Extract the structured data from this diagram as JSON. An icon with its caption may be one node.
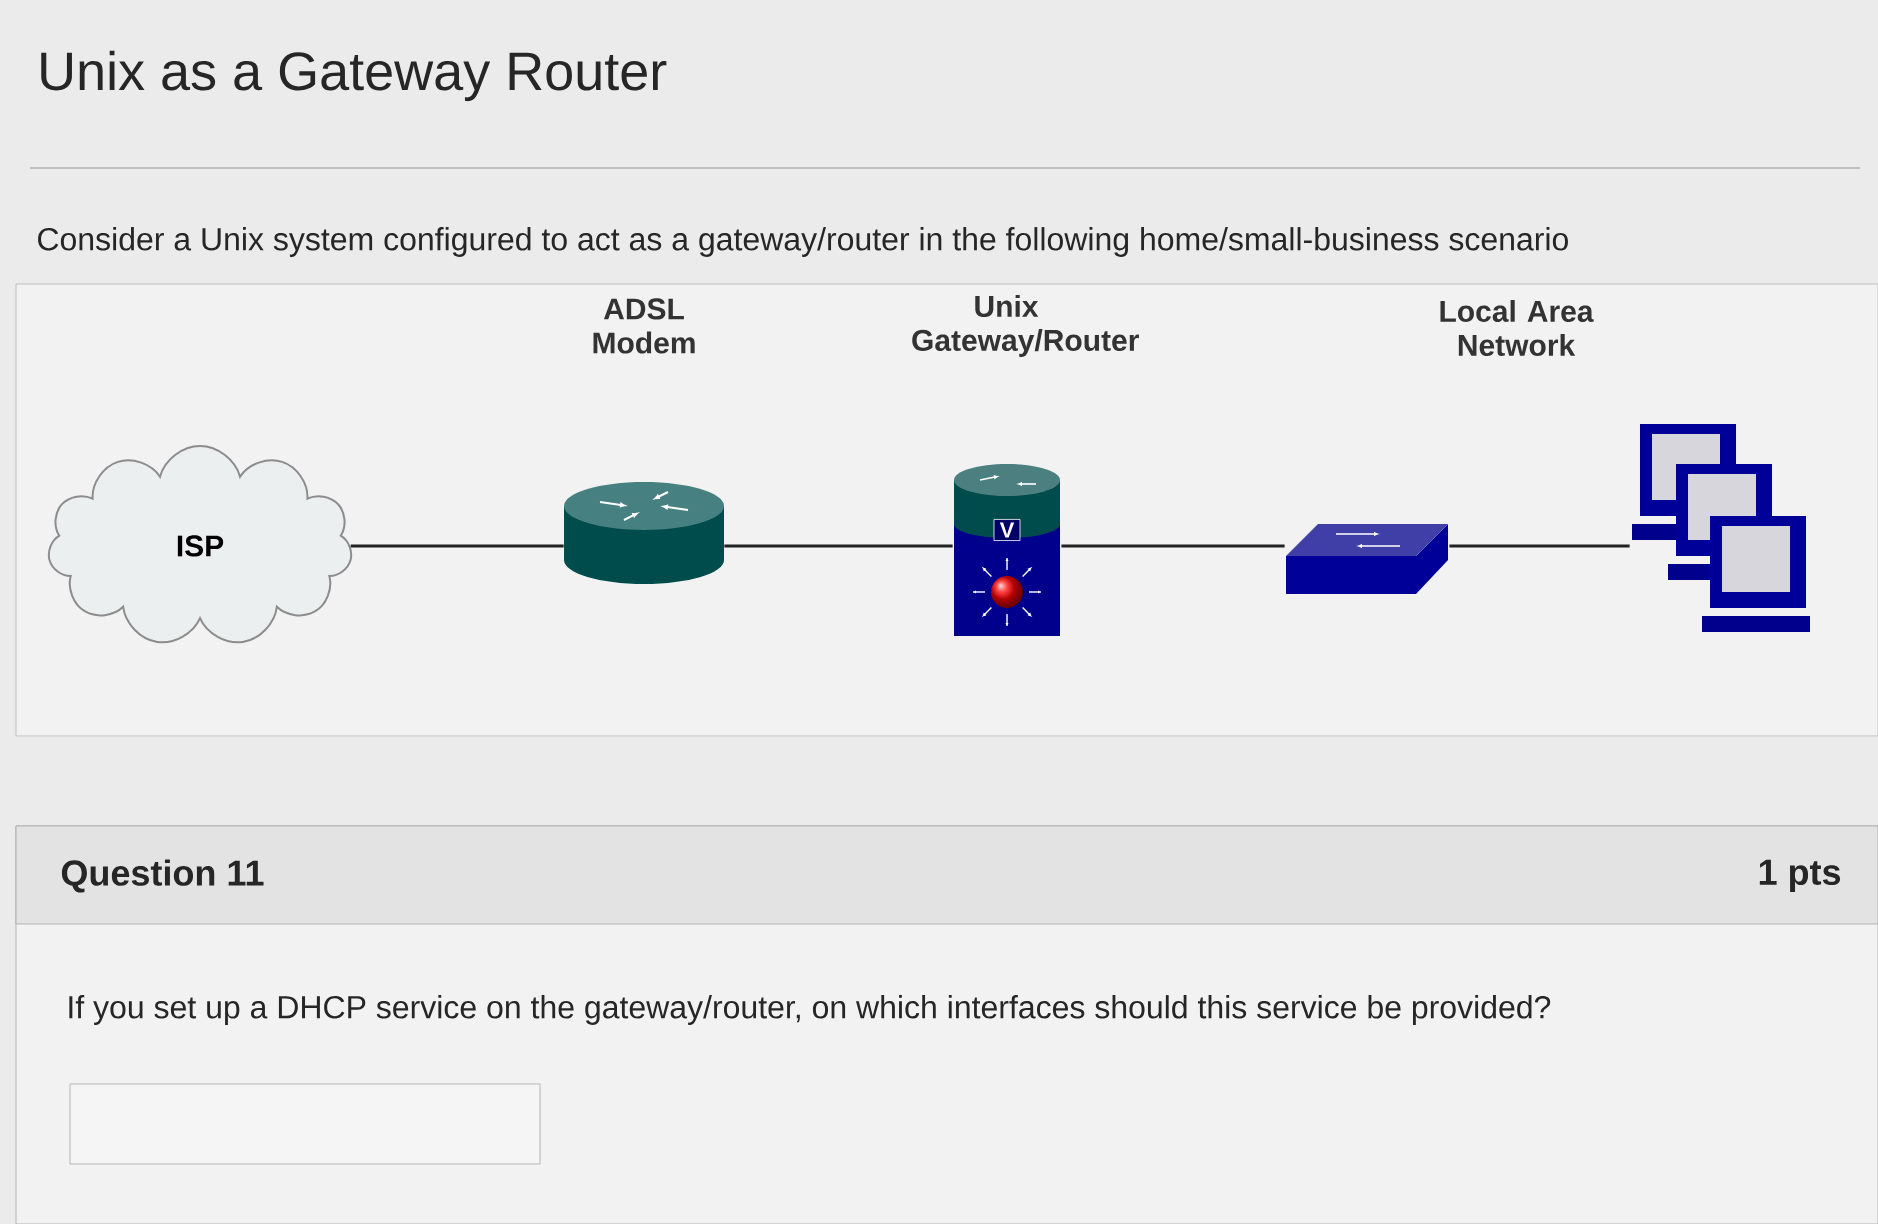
{
  "diagram": {
    "title": "Unix as a Gateway Router",
    "nodes": [
      {
        "text": [
          "ISP"
        ]
      },
      {
        "text": [
          "ADSL Modem"
        ]
      },
      {
        "text": [
          "Unix Gateway/Router",
          "V"
        ]
      },
      {
        "text": [],
        "shape": "box"
      },
      {
        "text": [
          "Local Area Network"
        ]
      }
    ],
    "edges": [
      {
        "from": 0,
        "to": 1,
        "arrow": "none"
      },
      {
        "from": 1,
        "to": 2,
        "arrow": "none"
      },
      {
        "from": 2,
        "to": 3,
        "arrow": "none"
      },
      {
        "from": 3,
        "to": 4,
        "arrow": "none"
      }
    ],
    "labels": [
      "Consider a Unix system configured to act as a gateway/router in the following home/small-business scenario",
      "Question 11",
      "1 pts",
      "If you set up a DHCP service on the gateway/router, on which interfaces should this service be provided?"
    ]
  }
}
